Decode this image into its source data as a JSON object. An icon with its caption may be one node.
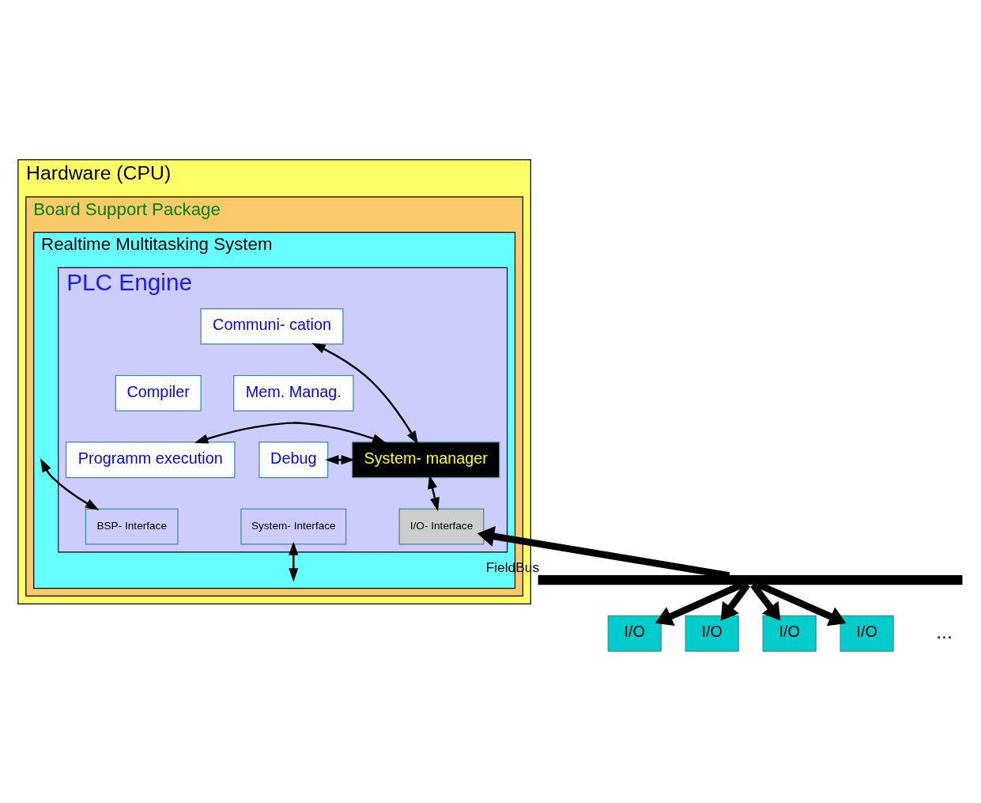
{
  "diagram": {
    "nodes": [
      {
        "text": [
          "Hardware (CPU)"
        ]
      },
      {
        "text": [
          "Board Support Package"
        ],
        "in": 0
      },
      {
        "text": [
          "Realtime Multitasking System"
        ],
        "in": 1
      },
      {
        "text": [
          "PLC Engine"
        ],
        "in": 2
      },
      {
        "text": [
          "Communi- cation"
        ],
        "in": 3
      },
      {
        "text": [
          "Compiler"
        ],
        "in": 3
      },
      {
        "text": [
          "Mem. Manag."
        ],
        "in": 3
      },
      {
        "text": [
          "Programm execution"
        ],
        "in": 3
      },
      {
        "text": [
          "System- manager"
        ],
        "in": 3
      },
      {
        "text": [
          "Debug"
        ],
        "in": 3
      },
      {
        "text": [
          "BSP- Interface"
        ],
        "in": 3
      },
      {
        "text": [
          "I/O- Interface"
        ],
        "in": 3
      },
      {
        "text": [
          "System- Interface"
        ],
        "in": 3
      },
      {
        "text": [],
        "shape": "bar",
        "beside": [
          "FieldBus"
        ]
      },
      {
        "text": [
          "I/O"
        ]
      },
      {
        "text": [
          "I/O"
        ]
      },
      {
        "text": [
          "I/O"
        ]
      },
      {
        "text": [
          "I/O"
        ]
      }
    ],
    "edges": [
      {
        "from": 4,
        "to": 8,
        "arrow": "both"
      },
      {
        "from": 7,
        "to": 8,
        "arrow": "both"
      },
      {
        "from": 8,
        "to": 9,
        "arrow": "both"
      },
      {
        "from": 8,
        "to": 11,
        "arrow": "both"
      },
      {
        "from": 13,
        "to": 11,
        "arrow": "to",
        "style": "thick"
      },
      {
        "from": 13,
        "to": 14,
        "arrow": "to",
        "style": "thick"
      },
      {
        "from": 13,
        "to": 15,
        "arrow": "to",
        "style": "thick"
      },
      {
        "from": 13,
        "to": 16,
        "arrow": "to",
        "style": "thick"
      },
      {
        "from": 13,
        "to": 17,
        "arrow": "to",
        "style": "thick"
      },
      {
        "from": null,
        "to": 10,
        "arrow": "both"
      },
      {
        "from": 12,
        "to": null,
        "arrow": "both"
      }
    ],
    "labels": [
      "..."
    ]
  }
}
